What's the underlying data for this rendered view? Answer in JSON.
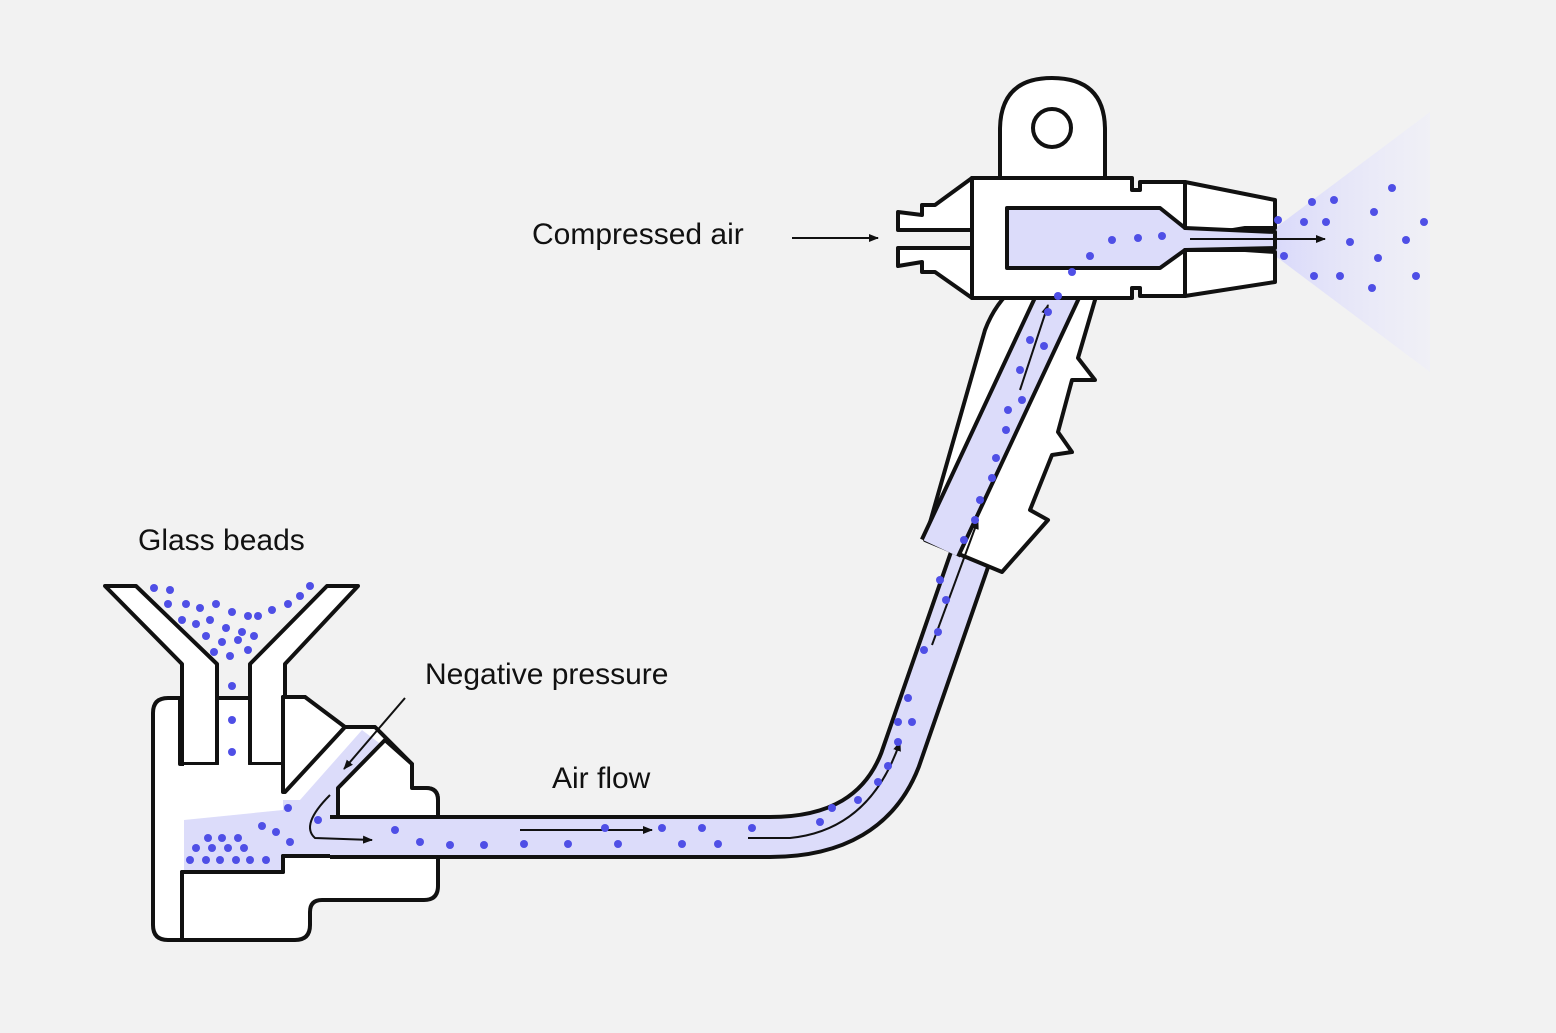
{
  "colors": {
    "background": "#f2f2f2",
    "outline": "#111111",
    "body_fill": "#ffffff",
    "flow_fill": "#dcdcfa",
    "bead": "#4f4fe6"
  },
  "labels": {
    "glass_beads": "Glass beads",
    "negative_pressure": "Negative pressure",
    "air_flow": "Air flow",
    "compressed_air": "Compressed air"
  },
  "icons": {
    "bead": "dot",
    "arrow": "arrow-right"
  }
}
